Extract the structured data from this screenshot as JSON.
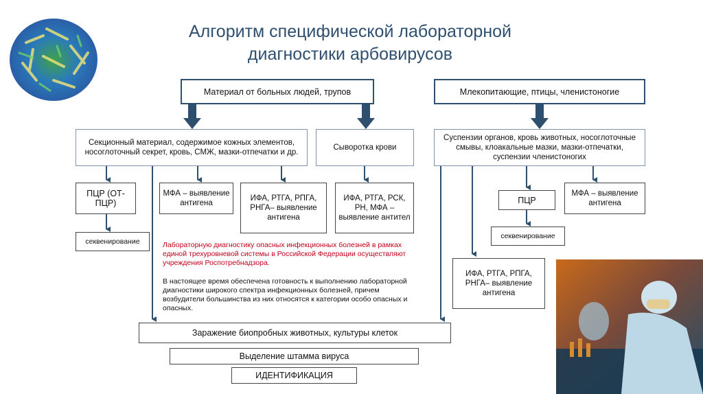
{
  "title": {
    "line1": "Алгоритм специфической лабораторной",
    "line2": "диагностики арбовирусов"
  },
  "top": {
    "people": "Материал от больных людей, трупов",
    "animals": "Млекопитающие, птицы, членистоногие"
  },
  "second": {
    "sectional": "Секционный материал, содержимое кожных элементов, носоглоточный секрет, кровь, СМЖ, мазки-отпечатки и др.",
    "serum": "Сыворотка крови",
    "suspensions": "Суспензии органов, кровь животных, носоглоточные смывы, клоакальные мазки, мазки-отпечатки, суспензии членистоногих"
  },
  "third": {
    "pcr_left": "ПЦР (ОТ-ПЦР)",
    "mfa_left": "МФА – выявление антигена",
    "ifa_left": "ИФА, РТГА, РПГА, РНГА– выявление антигена",
    "ifa_serum": "ИФА, РТГА, РСК, РН, МФА – выявление антител",
    "pcr_right": "ПЦР",
    "mfa_right": "МФА – выявление антигена",
    "seq_left": "секвенирование",
    "seq_right": "секвенирование",
    "ifa_right": "ИФА, РТГА, РПГА, РНГА– выявление антигена"
  },
  "notes": {
    "red": "Лабораторную диагностику опасных инфекционных болезней в рамках единой трехуровневой системы в Российской Федерации осуществляют учреждения Роспотребнадзора.",
    "black": "В настоящее время обеспечена готовность к выполнению лабораторной диагностики широкого спектра инфекционных болезней, причем возбудители большинства из них относятся к категории особо опасных и опасных."
  },
  "bottom": {
    "infection": "Заражение биопробных животных, культуры клеток",
    "isolation": "Выделение штамма вируса",
    "identification": "ИДЕНТИФИКАЦИЯ"
  },
  "colors": {
    "accent": "#2f4f6f",
    "note_red": "#c0001a"
  },
  "images": {
    "virus": "virus-illustration",
    "lab": "lab-worker-photo"
  }
}
